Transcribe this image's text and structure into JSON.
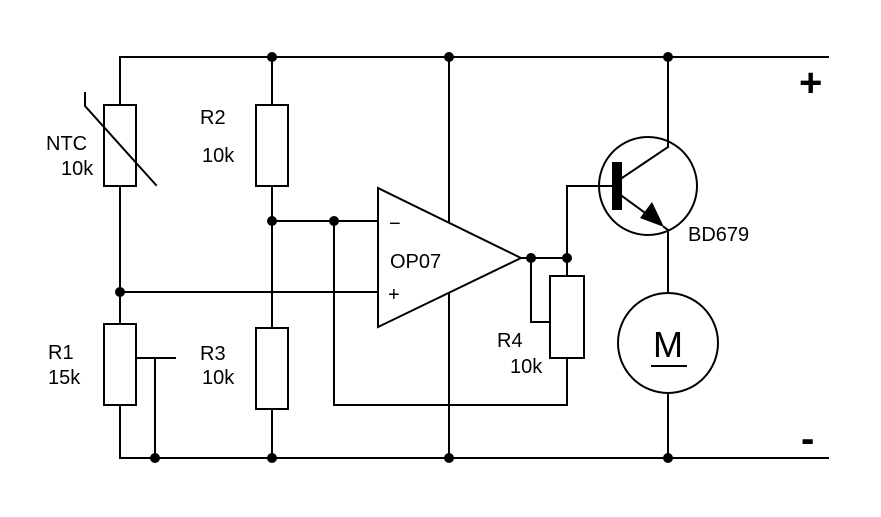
{
  "rails": {
    "positive": "+",
    "negative": "-"
  },
  "ntc": {
    "name": "NTC",
    "value": "10k"
  },
  "r1": {
    "name": "R1",
    "value": "15k"
  },
  "r2": {
    "name": "R2",
    "value": "10k"
  },
  "r3": {
    "name": "R3",
    "value": "10k"
  },
  "r4": {
    "name": "R4",
    "value": "10k"
  },
  "opamp": {
    "name": "OP07",
    "inverting": "−",
    "noninverting": "+"
  },
  "transistor": {
    "name": "BD679"
  },
  "motor": {
    "letter": "M"
  }
}
